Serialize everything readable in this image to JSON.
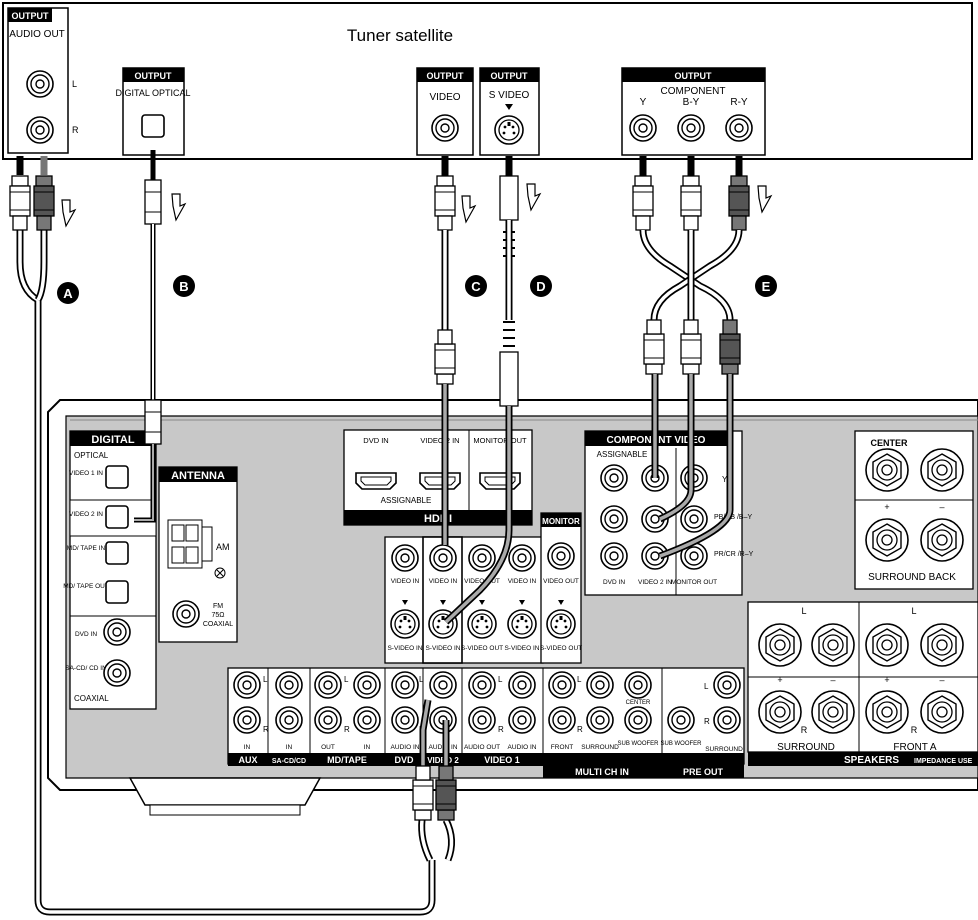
{
  "tuner": {
    "title": "Tuner satellite",
    "output_tag": "OUTPUT",
    "audio_out": {
      "label": "AUDIO OUT",
      "l": "L",
      "r": "R"
    },
    "digital_optical": "DIGITAL OPTICAL",
    "video": "VIDEO",
    "s_video": "S VIDEO",
    "component": {
      "label": "COMPONENT",
      "y": "Y",
      "by": "B-Y",
      "ry": "R-Y"
    }
  },
  "callouts": [
    "A",
    "B",
    "C",
    "D",
    "E"
  ],
  "receiver": {
    "digital": {
      "title": "DIGITAL",
      "optical": "OPTICAL",
      "video1_in": "VIDEO 1 IN",
      "video2_in": "VIDEO 2 IN",
      "md_tape_in": "MD/ TAPE IN",
      "md_tape_out": "MD/ TAPE OUT",
      "dvd_in": "DVD IN",
      "sacd_in": "SA-CD/ CD IN",
      "coaxial": "COAXIAL"
    },
    "antenna": {
      "title": "ANTENNA",
      "am": "AM",
      "fm": "FM",
      "fm_ohm": "75Ω",
      "fm_coaxial": "COAXIAL"
    },
    "hdmi": {
      "title": "HDMI",
      "dvd_in": "DVD IN",
      "video2_in": "VIDEO 2 IN",
      "monitor_out": "MONITOR OUT",
      "assignable": "ASSIGNABLE"
    },
    "component_video": {
      "title": "COMPONENT VIDEO",
      "assignable": "ASSIGNABLE",
      "y": "Y",
      "pb": "PB/CB /B–Y",
      "pr": "PR/CR /R–Y",
      "dvd_in": "DVD IN",
      "video2_in": "VIDEO 2 IN",
      "monitor_out": "MONITOR OUT"
    },
    "monitor": {
      "title": "MONITOR",
      "video_out": "VIDEO OUT",
      "svideo_out": "S-VIDEO OUT"
    },
    "video_jacks": {
      "video_in": "VIDEO IN",
      "video_out": "VIDEO OUT",
      "svideo_in": "S-VIDEO IN",
      "svideo_out": "S-VIDEO OUT",
      "audio_in": "AUDIO IN",
      "audio_out": "AUDIO OUT"
    },
    "audio_groups": {
      "aux": "AUX",
      "sacd": "SA-CD/CD",
      "md_tape": "MD/TAPE",
      "dvd": "DVD",
      "video2": "VIDEO 2",
      "video1": "VIDEO 1",
      "multi_ch_in": "MULTI CH IN",
      "pre_out": "PRE OUT",
      "in": "IN",
      "out": "OUT",
      "l": "L",
      "r": "R",
      "front": "FRONT",
      "surround": "SURROUND",
      "center": "CENTER",
      "sub_woofer": "SUB WOOFER"
    },
    "speakers": {
      "center": "CENTER",
      "surround_back": "SURROUND BACK",
      "surround": "SURROUND",
      "front_a": "FRONT A",
      "footer": "SPEAKERS",
      "impedance": "IMPEDANCE USE",
      "l": "L",
      "r": "R",
      "plus": "+",
      "minus": "–"
    }
  }
}
